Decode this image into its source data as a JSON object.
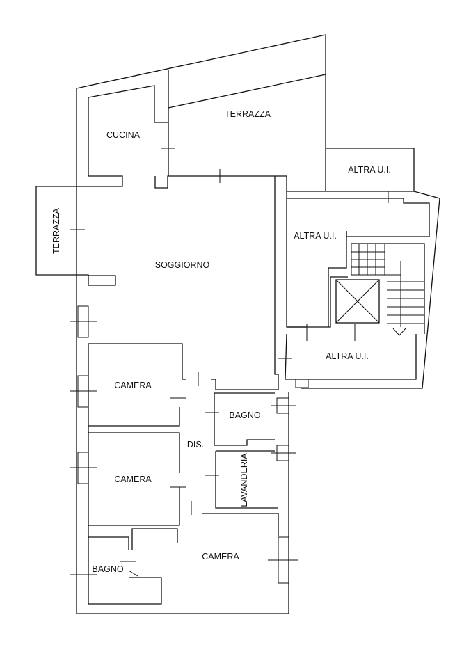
{
  "plan": {
    "rooms": {
      "cucina": "CUCINA",
      "terrazza_top": "TERRAZZA",
      "altra_ui_top": "ALTRA U.I.",
      "terrazza_left": "TERRAZZA",
      "soggiorno": "SOGGIORNO",
      "altra_ui_mid": "ALTRA U.I.",
      "altra_ui_bottom": "ALTRA U.I.",
      "camera_1": "CAMERA",
      "bagno_1": "BAGNO",
      "dis": "DIS.",
      "lavanderia": "LAVANDERIA",
      "camera_2": "CAMERA",
      "camera_3": "CAMERA",
      "bagno_2": "BAGNO"
    }
  }
}
